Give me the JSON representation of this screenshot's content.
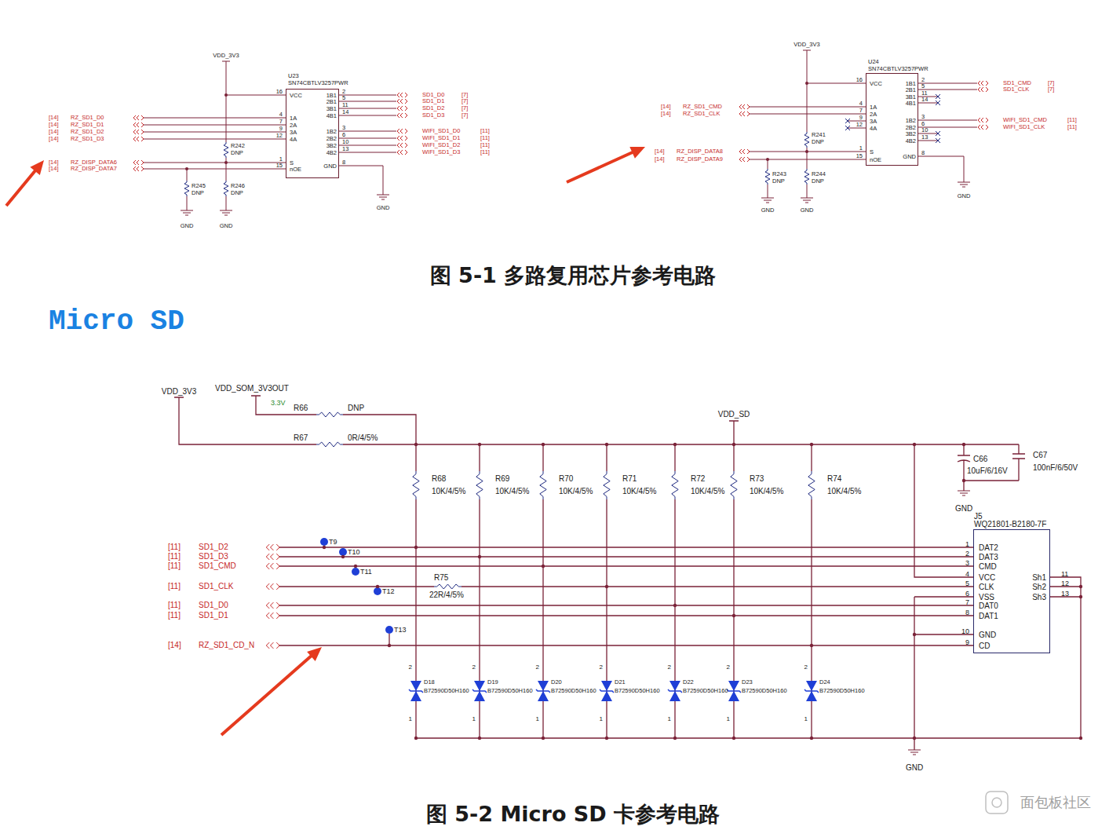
{
  "diagram": {
    "title": "Micro SD",
    "caption": "图 5-2 Micro SD 卡参考电路",
    "nodes": [
      {
        "text": [
          "U23",
          "SN74CBTLV3257PWR",
          "VCC",
          "1A",
          "2A",
          "3A",
          "4A",
          "S",
          "nOE",
          "1B1",
          "2B1",
          "3B1",
          "4B1",
          "1B2",
          "2B2",
          "3B2",
          "4B2",
          "GND"
        ]
      },
      {
        "text": [
          "U24",
          "SN74CBTLV3257PWR",
          "VCC",
          "1A",
          "2A",
          "3A",
          "4A",
          "S",
          "nOE",
          "1B1",
          "2B1",
          "3B1",
          "4B1",
          "1B2",
          "2B2",
          "3B2",
          "4B2",
          "GND"
        ]
      },
      {
        "text": [
          "J5",
          "WQ21801-B2180-7F",
          "DAT2",
          "DAT3",
          "CMD",
          "VCC",
          "CLK",
          "VSS",
          "DAT0",
          "DAT1",
          "GND",
          "CD",
          "Sh1",
          "Sh2",
          "Sh3"
        ]
      }
    ],
    "labels": [
      "VDD_3V3",
      "16",
      "4",
      "7",
      "9",
      "12",
      "1",
      "15",
      "2",
      "5",
      "11",
      "14",
      "3",
      "6",
      "10",
      "13",
      "8",
      "[14]",
      "RZ_SD1_D0",
      "[14]",
      "RZ_SD1_D1",
      "[14]",
      "RZ_SD1_D2",
      "[14]",
      "RZ_SD1_D3",
      "[14]",
      "RZ_DISP_DATA6",
      "[14]",
      "RZ_DISP_DATA7",
      "SD1_D0",
      "[7]",
      "SD1_D1",
      "[7]",
      "SD1_D2",
      "[7]",
      "SD1_D3",
      "[7]",
      "WIFI_SD1_D0",
      "[11]",
      "WIFI_SD1_D1",
      "[11]",
      "WIFI_SD1_D2",
      "[11]",
      "WIFI_SD1_D3",
      "[11]",
      "R242",
      "DNP",
      "R245",
      "DNP",
      "R246",
      "DNP",
      "GND",
      "GND",
      "GND",
      "VDD_3V3",
      "16",
      "4",
      "7",
      "9",
      "12",
      "1",
      "15",
      "2",
      "5",
      "11",
      "14",
      "3",
      "6",
      "10",
      "13",
      "8",
      "[14]",
      "RZ_SD1_CMD",
      "[14]",
      "RZ_SD1_CLK",
      "[14]",
      "RZ_DISP_DATA8",
      "[14]",
      "RZ_DISP_DATA9",
      "SD1_CMD",
      "[7]",
      "SD1_CLK",
      "[7]",
      "WIFI_SD1_CMD",
      "[11]",
      "WIFI_SD1_CLK",
      "[11]",
      "R241",
      "DNP",
      "R243",
      "DNP",
      "R244",
      "DNP",
      "GND",
      "GND",
      "GND",
      "图 5-1 多路复用芯片参考电路",
      "VDD_3V3",
      "VDD_SOM_3V3OUT",
      "3.3V",
      "R66",
      "DNP",
      "R67",
      "0R/4/5%",
      "VDD_SD",
      "R68",
      "10K/4/5%",
      "R69",
      "10K/4/5%",
      "R70",
      "10K/4/5%",
      "R71",
      "10K/4/5%",
      "R72",
      "10K/4/5%",
      "R73",
      "10K/4/5%",
      "R74",
      "10K/4/5%",
      "[11]",
      "SD1_D2",
      "[11]",
      "SD1_D3",
      "[11]",
      "SD1_CMD",
      "[11]",
      "SD1_CLK",
      "[11]",
      "SD1_D0",
      "[11]",
      "SD1_D1",
      "[14]",
      "RZ_SD1_CD_N",
      "T9",
      "T10",
      "T11",
      "T12",
      "T13",
      "R75",
      "22R/4/5%",
      "2",
      "1",
      "D18",
      "B72590D50H160",
      "2",
      "1",
      "D19",
      "B72590D50H160",
      "2",
      "1",
      "D20",
      "B72590D50H160",
      "2",
      "1",
      "D21",
      "B72590D50H160",
      "2",
      "1",
      "D22",
      "B72590D50H160",
      "2",
      "1",
      "D23",
      "B72590D50H160",
      "2",
      "1",
      "D24",
      "B72590D50H160",
      "C66",
      "10uF/6/16V",
      "C67",
      "100nF/6/50V",
      "GND",
      "1",
      "2",
      "3",
      "4",
      "5",
      "6",
      "7",
      "8",
      "10",
      "9",
      "11",
      "12",
      "13",
      "GND",
      "面包板社区"
    ]
  }
}
